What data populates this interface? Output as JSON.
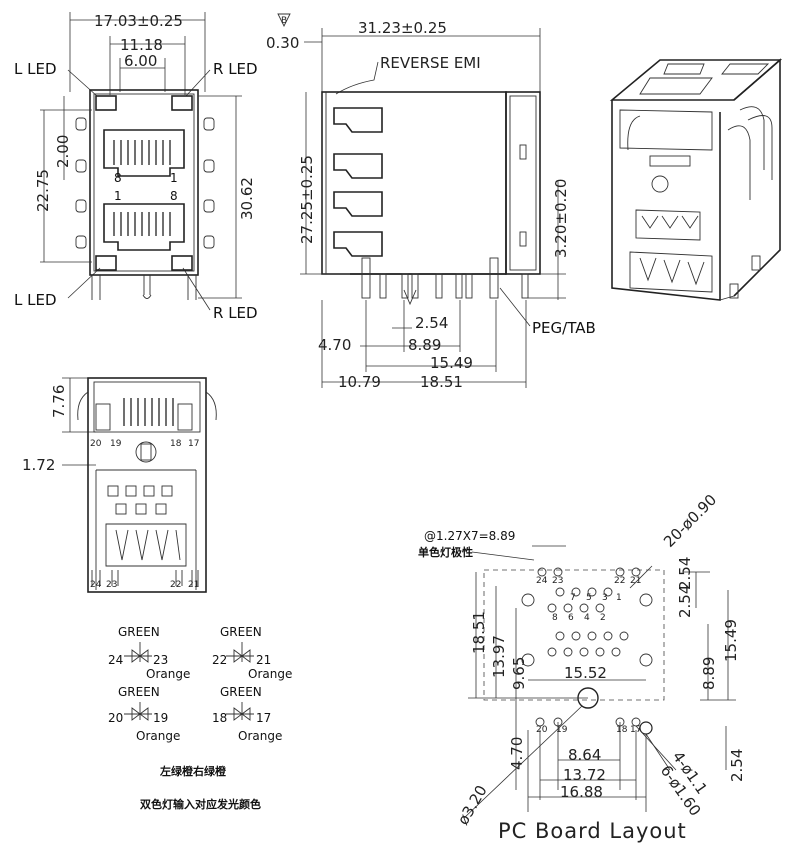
{
  "front_view": {
    "dim_width_total": "17.03±0.25",
    "dim_inner": "11.18",
    "dim_led": "6.00",
    "dim_height_inner": "22.75",
    "dim_pitch": "2.00",
    "dim_height_total": "30.62",
    "pin_8_top": "8",
    "pin_1_top": "1",
    "pin_1_bottom": "1",
    "pin_8_bottom": "8",
    "l_led_top": "L  LED",
    "r_led_top": "R  LED",
    "l_led_bottom": "L  LED",
    "r_led_bottom": "R  LED"
  },
  "side_view": {
    "rev_mark": "B",
    "dim_length": "31.23±0.25",
    "dim_030": "0.30",
    "reverse_emi": "REVERSE  EMI",
    "dim_height": "27.25±0.25",
    "dim_320": "3.20±0.20",
    "dim_254": "2.54",
    "dim_470": "4.70",
    "dim_889": "8.89",
    "dim_1549": "15.49",
    "dim_1079": "10.79",
    "dim_1851": "18.51",
    "peg_tab": "PEG/TAB"
  },
  "bottom_view": {
    "dim_776": "7.76",
    "dim_172": "1.72",
    "pins_top": [
      "20",
      "19",
      "18",
      "17"
    ],
    "pins_bottom": [
      "24",
      "23",
      "22",
      "21"
    ]
  },
  "led_diagram": {
    "leds": [
      {
        "top": "GREEN",
        "left": "24",
        "right": "23",
        "bottom": "Orange"
      },
      {
        "top": "GREEN",
        "left": "22",
        "right": "21",
        "bottom": "Orange"
      },
      {
        "top": "GREEN",
        "left": "20",
        "right": "19",
        "bottom": "Orange"
      },
      {
        "top": "GREEN",
        "left": "18",
        "right": "17",
        "bottom": "Orange"
      }
    ],
    "note_cn_1": "左绿橙右绿橙",
    "note_cn_2": "双色灯输入对应发光颜色"
  },
  "pcb_layout": {
    "title": "PC Board Layout",
    "pitch_note": "@1.27X7=8.89",
    "polarity_cn": "单色灯极性",
    "holes_090": "20-ø0.90",
    "hole_1": "4-ø1.1",
    "hole_2": "6-ø1.60",
    "hole_320": "ø3.20",
    "dim_254_a": "2.54",
    "dim_254_b": "2.54",
    "dim_254_c": "2.54",
    "dim_1851": "18.51",
    "dim_1397": "13.97",
    "dim_965": "9.65",
    "dim_1549": "15.49",
    "dim_889": "8.89",
    "dim_1552": "15.52",
    "dim_470": "4.70",
    "dim_864": "8.64",
    "dim_1372": "13.72",
    "dim_1688": "16.88",
    "pin_labels": [
      "24",
      "23",
      "22",
      "21",
      "7",
      "5",
      "3",
      "1",
      "8",
      "6",
      "4",
      "2",
      "20",
      "19",
      "18",
      "17"
    ]
  }
}
